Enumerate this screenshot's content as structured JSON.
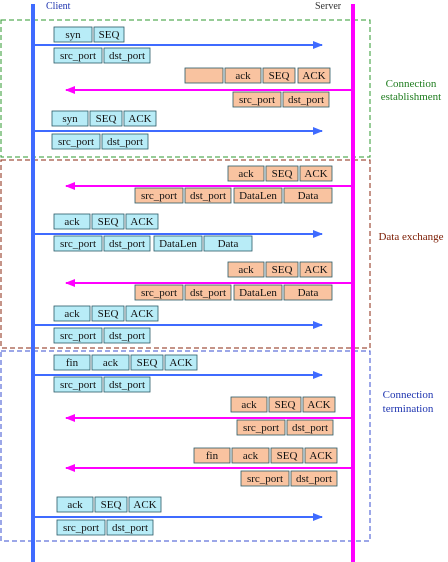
{
  "header": {
    "client": "Client",
    "server": "Server"
  },
  "colors": {
    "client_line": "#3f6bff",
    "server_line": "#ff00ff",
    "client_box_fill": "#b8ecf7",
    "server_box_fill": "#f9c3a0",
    "box_stroke": "#2a5a66",
    "setup_border": "#2f9a2f",
    "data_border": "#8b2a12",
    "term_border": "#3a4fd0",
    "setup_label": "#1f7d1f",
    "data_label": "#7a1a00",
    "term_label": "#1f35b0"
  },
  "phases": [
    {
      "id": "setup",
      "label_lines": [
        "Connection",
        "establishment"
      ]
    },
    {
      "id": "data",
      "label_lines": [
        "Data exchange"
      ]
    },
    {
      "id": "term",
      "label_lines": [
        "Connection",
        "termination"
      ]
    }
  ],
  "messages": [
    {
      "id": "m1",
      "phase": "setup",
      "dir": "c2s",
      "flags": [
        "syn",
        "SEQ"
      ],
      "addr": [
        "src_port",
        "dst_port"
      ]
    },
    {
      "id": "m2",
      "phase": "setup",
      "dir": "s2c",
      "flags": [
        "",
        "ack",
        "SEQ",
        "ACK"
      ],
      "addr": [
        "src_port",
        "dst_port"
      ]
    },
    {
      "id": "m3",
      "phase": "setup",
      "dir": "c2s",
      "flags": [
        "syn",
        "SEQ",
        "ACK"
      ],
      "addr": [
        "src_port",
        "dst_port"
      ]
    },
    {
      "id": "m4",
      "phase": "data",
      "dir": "s2c",
      "flags": [
        "ack",
        "SEQ",
        "ACK"
      ],
      "addr": [
        "src_port",
        "dst_port",
        "DataLen",
        "Data"
      ]
    },
    {
      "id": "m5",
      "phase": "data",
      "dir": "c2s",
      "flags": [
        "ack",
        "SEQ",
        "ACK"
      ],
      "addr": [
        "src_port",
        "dst_port",
        "DataLen",
        "Data"
      ]
    },
    {
      "id": "m6",
      "phase": "data",
      "dir": "s2c",
      "flags": [
        "ack",
        "SEQ",
        "ACK"
      ],
      "addr": [
        "src_port",
        "dst_port",
        "DataLen",
        "Data"
      ]
    },
    {
      "id": "m7",
      "phase": "data",
      "dir": "c2s",
      "flags": [
        "ack",
        "SEQ",
        "ACK"
      ],
      "addr": [
        "src_port",
        "dst_port"
      ]
    },
    {
      "id": "m8",
      "phase": "term",
      "dir": "c2s",
      "flags": [
        "fin",
        "ack",
        "SEQ",
        "ACK"
      ],
      "addr": [
        "src_port",
        "dst_port"
      ]
    },
    {
      "id": "m9",
      "phase": "term",
      "dir": "s2c",
      "flags": [
        "ack",
        "SEQ",
        "ACK"
      ],
      "addr": [
        "src_port",
        "dst_port"
      ]
    },
    {
      "id": "m10",
      "phase": "term",
      "dir": "s2c",
      "flags": [
        "fin",
        "ack",
        "SEQ",
        "ACK"
      ],
      "addr": [
        "src_port",
        "dst_port"
      ]
    },
    {
      "id": "m11",
      "phase": "term",
      "dir": "c2s",
      "flags": [
        "ack",
        "SEQ",
        "ACK"
      ],
      "addr": [
        "src_port",
        "dst_port"
      ]
    }
  ]
}
